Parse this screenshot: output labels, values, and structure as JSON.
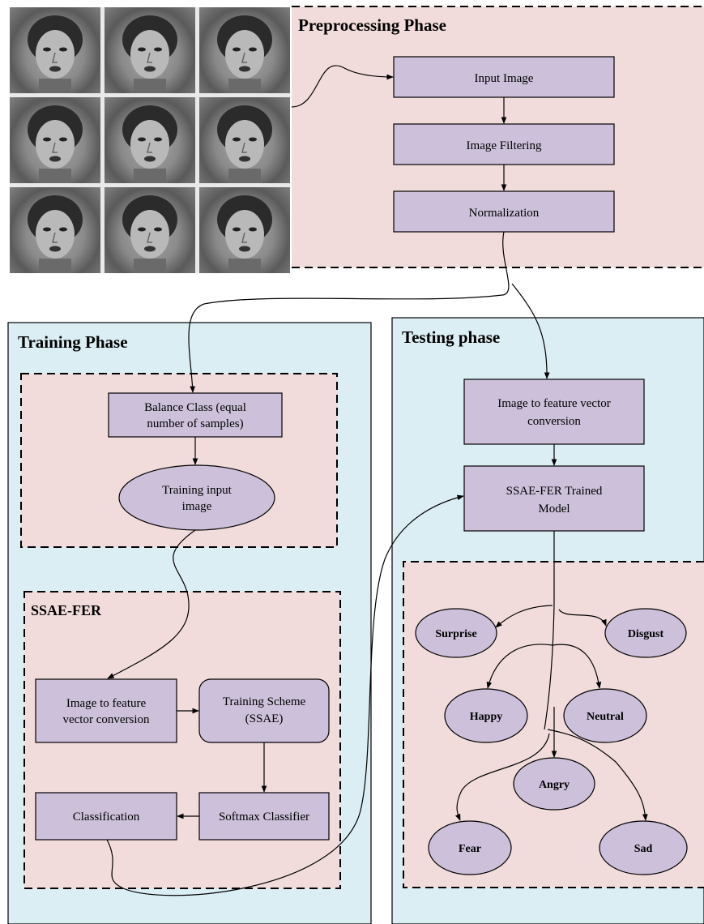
{
  "phases": {
    "preprocessing": "Preprocessing Phase",
    "training": "Training Phase",
    "testing": "Testing phase",
    "ssae": "SSAE-FER"
  },
  "preprocessing_steps": [
    "Input Image",
    "Image Filtering",
    "Normalization"
  ],
  "training_boxes": {
    "balance_line1": "Balance Class (equal",
    "balance_line2": "number of samples)",
    "input_line1": "Training input",
    "input_line2": "image",
    "feat_line1": "Image  to feature",
    "feat_line2": "vector conversion",
    "scheme_line1": "Training Scheme",
    "scheme_line2": "(SSAE)",
    "classification": "Classification",
    "softmax": "Softmax Classifier"
  },
  "testing_boxes": {
    "feat_line1": "Image to feature vector",
    "feat_line2": "conversion",
    "model_line1": "SSAE-FER Trained",
    "model_line2": "Model"
  },
  "emotions": [
    "Surprise",
    "Disgust",
    "Happy",
    "Neutral",
    "Angry",
    "Fear",
    "Sad"
  ],
  "colors": {
    "pink_panel": "#f2dcdb",
    "blue_panel": "#dbeef3",
    "box_fill": "#ccc0da",
    "stroke": "#000000"
  }
}
